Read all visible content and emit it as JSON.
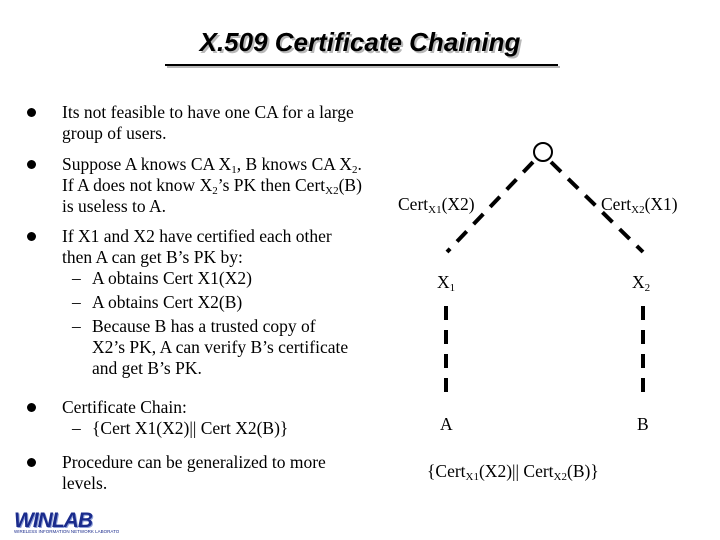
{
  "title": "X.509 Certificate Chaining",
  "bullets": [
    {
      "text": "Its not feasible to have one CA for a large group of users."
    },
    {
      "pre": "Suppose A knows CA X",
      "s1": "1",
      "m1": ", B knows CA X",
      "s2": "2",
      "m2": ". If A does not know X",
      "s3": "2",
      "m3": "’s PK then Cert",
      "s4": "X2",
      "post": "(B) is useless to A."
    },
    {
      "text": "If X1 and X2 have certified each other then A can get B’s PK by:",
      "subs": [
        "A obtains Cert X1(X2)",
        "A obtains Cert X2(B)",
        "Because B has a trusted copy of X2’s PK, A can verify B’s certificate and get B’s PK."
      ]
    },
    {
      "text": "Certificate Chain:",
      "subs": [
        "{Cert X1(X2)|| Cert X2(B)}"
      ]
    },
    {
      "text": "Procedure can be generalized to more levels."
    }
  ],
  "diagram": {
    "cert_left": {
      "main": "Cert",
      "sub": "X1",
      "rest": "(X2)"
    },
    "cert_right": {
      "main": "Cert",
      "sub": "X2",
      "rest": "(X1)"
    },
    "x1": {
      "main": "X",
      "sub": "1"
    },
    "x2": {
      "main": "X",
      "sub": "2"
    },
    "a": "A",
    "b": "B",
    "chain": {
      "p1": "{Cert",
      "s1": "X1",
      "p2": "(X2)|| Cert",
      "s2": "X2",
      "p3": "(B)}"
    }
  },
  "logo": {
    "name": "WINLAB",
    "tagline": "WIRELESS INFORMATION NETWORK LABORATORY"
  },
  "colors": {
    "text": "#000000",
    "logo": "#1a2b8c",
    "shadow": "#b8b8b8"
  }
}
